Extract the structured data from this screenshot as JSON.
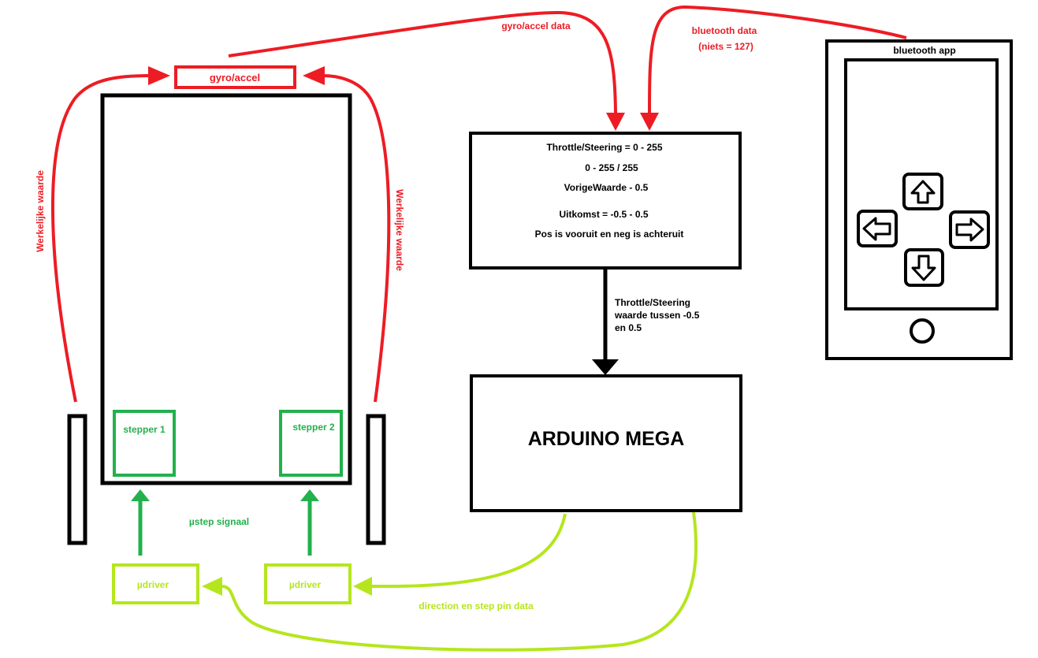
{
  "labels": {
    "gyro_box": "gyro/accel",
    "werkelijke_left": "Werkelijke waarde",
    "werkelijke_right": "Werkelijke waarde",
    "gyro_data": "gyro/accel data",
    "bluetooth_data_line1": "bluetooth data",
    "bluetooth_data_line2": "(niets = 127)",
    "bluetooth_app": "bluetooth app",
    "calc_line1": "Throttle/Steering = 0 - 255",
    "calc_line2": "0 - 255 / 255",
    "calc_line3": "VorigeWaarde - 0.5",
    "calc_line4": "Uitkomst = -0.5 - 0.5",
    "calc_line5": "Pos is vooruit en neg is achteruit",
    "throttle_line1": "Throttle/Steering",
    "throttle_line2": "waarde tussen -0.5",
    "throttle_line3": "en 0.5",
    "arduino": "ARDUINO MEGA",
    "stepper1": "stepper 1",
    "stepper2": "stepper 2",
    "ustep_signaal": "µstep signaal",
    "udriver1": "µdriver",
    "udriver2": "µdriver",
    "direction_step": "direction en step pin data"
  },
  "colors": {
    "red": "#ed1c24",
    "green": "#22b14c",
    "lime": "#b5e61d",
    "black": "#000000"
  },
  "icons": [
    "arrow-up-icon",
    "arrow-left-icon",
    "arrow-right-icon",
    "arrow-down-icon",
    "home-button-icon"
  ]
}
